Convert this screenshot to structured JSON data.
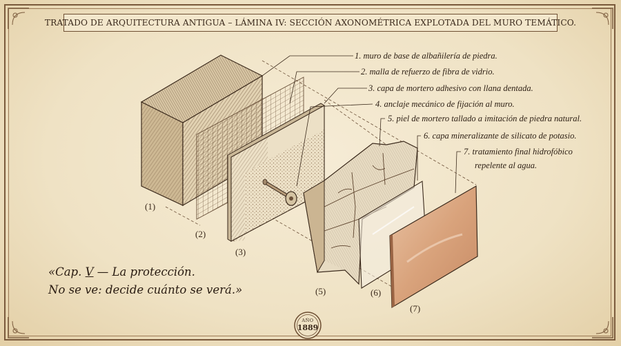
{
  "title": "TRATADO DE ARQUITECTURA ANTIGUA – LÁMINA IV: SECCIÓN AXONOMÉTRICA EXPLOTADA DEL MURO TEMÁTICO.",
  "callouts": [
    "1. muro de base de albañilería de piedra.",
    "2. malla de refuerzo de fibra de vidrio.",
    "3. capa de mortero adhesivo con llana dentada.",
    "4. anclaje mecánico de fijación al muro.",
    "5. piel de mortero tallado a imitación de piedra natural.",
    "6. capa mineralizante de silicato de potasio.",
    "7. tratamiento final hidrofóbico",
    "repelente al agua."
  ],
  "layer_numbers": [
    "(1)",
    "(2)",
    "(3)",
    "(5)",
    "(6)",
    "(7)"
  ],
  "quote": {
    "line1_prefix": "«Cap. ",
    "line1_chapter": "V",
    "line1_suffix": " — La protección.",
    "line2": "No se ve: decide cuánto se verá.»"
  },
  "seal": {
    "top": "AÑO",
    "year": "1889"
  },
  "colors": {
    "ink": "#3b2a1c",
    "paper": "#efe2c4",
    "border": "#7a5a3c",
    "finish_layer": "#d9a37c"
  }
}
